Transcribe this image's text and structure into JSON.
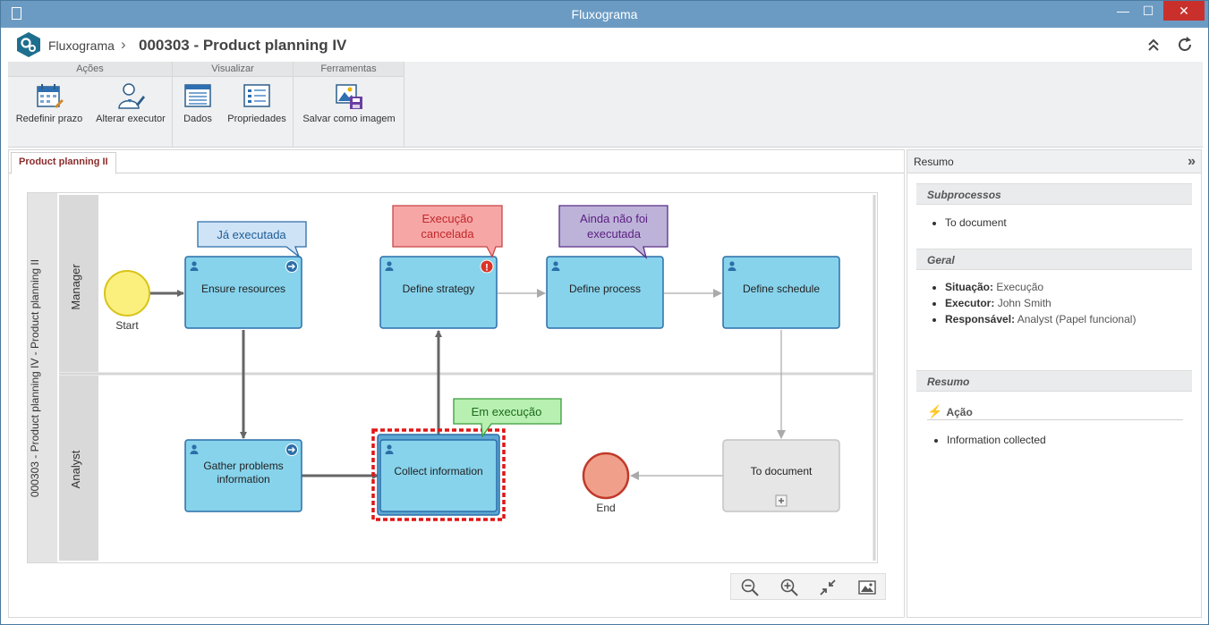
{
  "window": {
    "title": "Fluxograma",
    "minimize_glyph": "—",
    "maximize_glyph": "☐",
    "close_glyph": "✕"
  },
  "header": {
    "app_name": "Fluxograma",
    "separator": "›",
    "title": "000303 - Product planning IV"
  },
  "ribbon": {
    "groups": [
      {
        "title": "Ações",
        "buttons": [
          {
            "label": "Redefinir prazo",
            "icon": "calendar-icon"
          },
          {
            "label": "Alterar executor",
            "icon": "user-edit-icon"
          }
        ]
      },
      {
        "title": "Visualizar",
        "buttons": [
          {
            "label": "Dados",
            "icon": "data-form-icon"
          },
          {
            "label": "Propriedades",
            "icon": "properties-icon"
          }
        ]
      },
      {
        "title": "Ferramentas",
        "buttons": [
          {
            "label": "Salvar como imagem",
            "icon": "save-image-icon"
          }
        ]
      }
    ]
  },
  "tabs": [
    {
      "label": "Product planning II",
      "active": true
    }
  ],
  "diagram": {
    "pool_label": "000303 - Product planning IV - Product planning II",
    "lanes": [
      {
        "label": "Manager"
      },
      {
        "label": "Analyst"
      }
    ],
    "events": {
      "start": "Start",
      "end": "End"
    },
    "tasks": {
      "ensure": "Ensure resources",
      "strategy": "Define strategy",
      "process": "Define process",
      "schedule": "Define schedule",
      "gather_1": "Gather problems",
      "gather_2": "information",
      "collect": "Collect information",
      "todoc": "To document"
    },
    "callouts": {
      "executed": "Já executada",
      "cancelled_1": "Execução",
      "cancelled_2": "cancelada",
      "not_executed_1": "Ainda não foi",
      "not_executed_2": "executada",
      "in_progress": "Em execução"
    },
    "colors": {
      "task_fill": "#87d3ec",
      "task_border": "#2b6ea8",
      "executed": "#cfe3f7",
      "cancelled": "#f7a6a6",
      "not_executed": "#bdb3d9",
      "in_progress": "#b8f0b2",
      "highlight": "#e01515"
    }
  },
  "zoom": {
    "buttons": [
      "zoom-out-icon",
      "zoom-in-icon",
      "fit-icon",
      "image-icon"
    ]
  },
  "side_panel": {
    "title": "Resumo",
    "collapse_glyph": "»",
    "sections": {
      "subprocessos": {
        "title": "Subprocessos",
        "items": [
          "To document"
        ]
      },
      "geral": {
        "title": "Geral",
        "situacao_label": "Situação:",
        "situacao_value": "Execução",
        "executor_label": "Executor:",
        "executor_value": "John Smith",
        "responsavel_label": "Responsável:",
        "responsavel_value": "Analyst (Papel funcional)"
      },
      "resumo": {
        "title": "Resumo",
        "acao_label": "Ação",
        "items": [
          "Information collected"
        ]
      }
    }
  }
}
